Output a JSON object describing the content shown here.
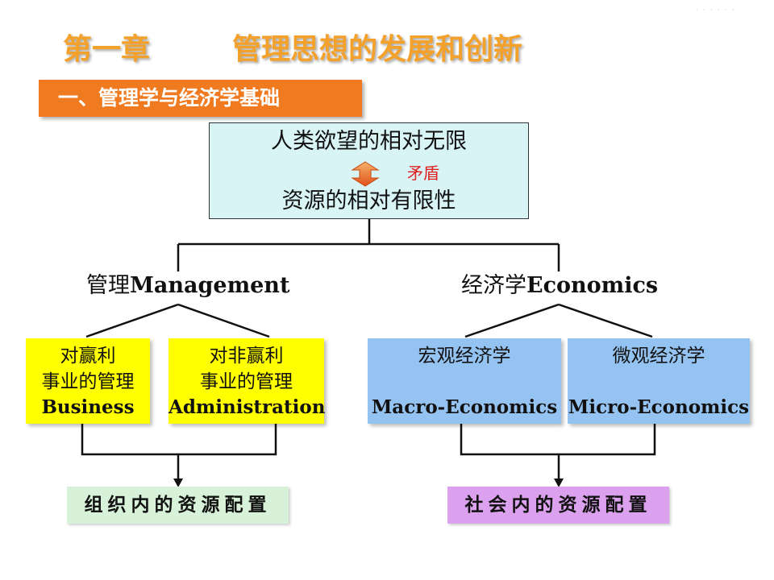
{
  "title": {
    "chapter": "第一章",
    "heading": "管理思想的发展和创新"
  },
  "section": "一、管理学与经济学基础",
  "premise": {
    "line1": "人类欲望的相对无限",
    "relation": "矛盾",
    "line2": "资源的相对有限性"
  },
  "management": {
    "title_cn": "管理",
    "title_en": "Management",
    "boxes": [
      {
        "line1": "对赢利",
        "line2": "事业的管理",
        "en": "Business"
      },
      {
        "line1": "对非赢利",
        "line2": "事业的管理",
        "en": "Administration"
      }
    ],
    "result": "组织内的资源配置"
  },
  "economics": {
    "title_cn": "经济学",
    "title_en": "Economics",
    "boxes": [
      {
        "line1": "宏观经济学",
        "en": "Macro-Economics"
      },
      {
        "line1": "微观经济学",
        "en": "Micro-Economics"
      }
    ],
    "result": "社会内的资源配置"
  },
  "colors": {
    "title": "#f3a12a",
    "banner": "#f07a1f",
    "premise_box": "#d8f4f5",
    "management_boxes": "#ffff00",
    "economics_boxes": "#95c3f1",
    "management_result": "#d7f2d8",
    "economics_result": "#dba1ee",
    "relation_text": "#e02020"
  }
}
